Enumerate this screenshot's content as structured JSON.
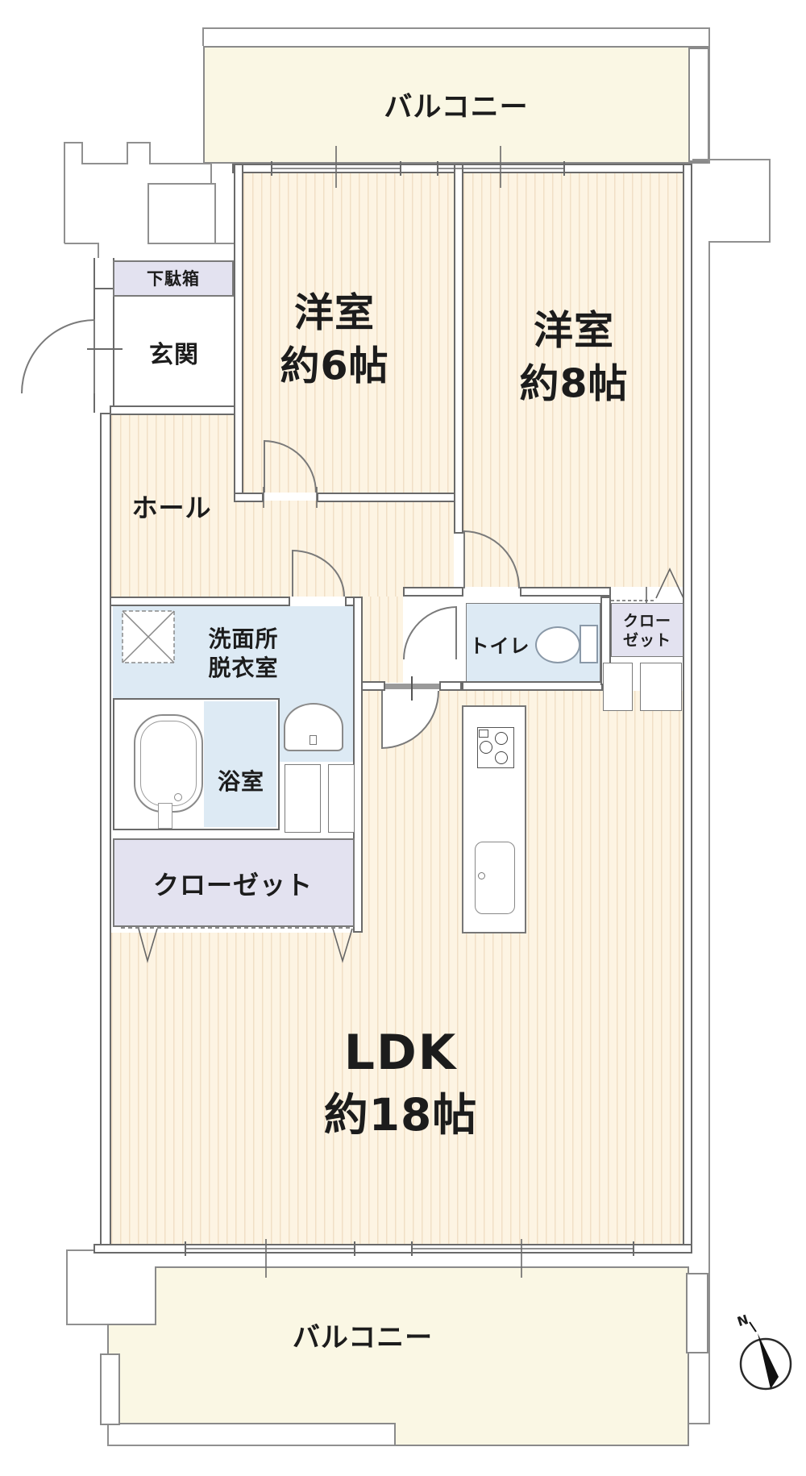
{
  "floorplan": {
    "kind": "apartment-floor-plan",
    "colors": {
      "floor_stripe_base": "#fdf4e3",
      "floor_stripe_line": "#f1dfc6",
      "balcony": "#faf7e4",
      "wet_room": "#ddeaf4",
      "closet": "#e3e2f0",
      "wall": "#6a6a6a",
      "outline": "#909090",
      "text": "#1c1c1c"
    },
    "rooms": {
      "balcony_top": {
        "label": "バルコニー"
      },
      "bedroom6": {
        "label_line1": "洋室",
        "label_line2": "約6帖"
      },
      "bedroom8": {
        "label_line1": "洋室",
        "label_line2": "約8帖"
      },
      "getabako": {
        "label": "下駄箱"
      },
      "genkan": {
        "label": "玄関"
      },
      "hall": {
        "label": "ホール"
      },
      "washroom": {
        "label_line1": "洗面所",
        "label_line2": "脱衣室"
      },
      "toilet": {
        "label": "トイレ"
      },
      "closet_small": {
        "label_line1": "クロー",
        "label_line2": "ゼット"
      },
      "bathroom": {
        "label": "浴室"
      },
      "closet_large": {
        "label": "クローゼット"
      },
      "ldk": {
        "label_line1": "LDK",
        "label_line2": "約18帖"
      },
      "balcony_bottom": {
        "label": "バルコニー"
      }
    },
    "compass": {
      "label": "N"
    }
  }
}
